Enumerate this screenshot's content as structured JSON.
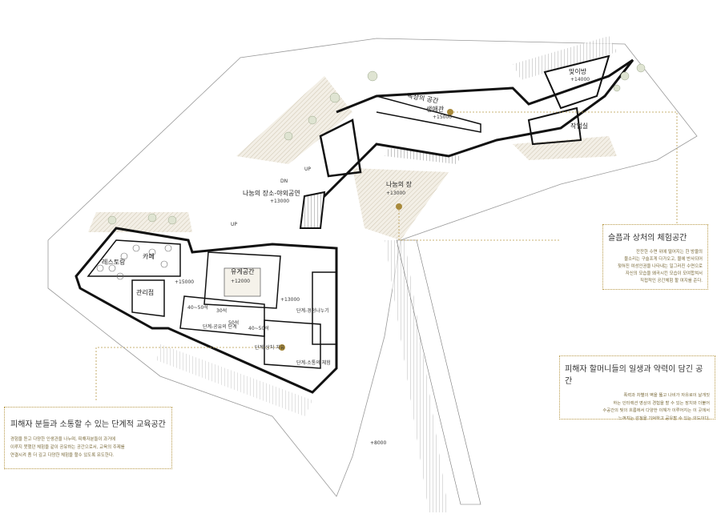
{
  "colors": {
    "accent": "#a88a3c",
    "wall": "#111111",
    "hatch": "#e8e1d2",
    "callout_border": "#b89a4a"
  },
  "rooms": {
    "rooftop": "옥상의 공간",
    "memorial": "생애관",
    "memorial_lvl": "+15000",
    "hall": "맞이방",
    "hall_lvl": "+14000",
    "workshop": "작업실",
    "sharing_outdoor": "나눔의 장소-야외공연",
    "sharing_outdoor_lvl": "+13000",
    "sharing": "나눔의 장",
    "sharing_lvl": "+13000",
    "cafe": "카페",
    "restaurant": "레스토랑",
    "office": "관리점",
    "lvl_15000": "+15000",
    "rest": "유게공간",
    "rest_lvl": "+12000",
    "lvl_13000": "+13000",
    "step_listen": "단계-경청나누기",
    "step_share": "단계-공유의 단계",
    "step_heal": "단계-상처 치유",
    "step_memory": "단계-소통의 체험",
    "lvl_8000": "+8000",
    "sm_a": "40~50석",
    "sm_b": "30석",
    "sm_c": "40~50석",
    "sm_d": "50석",
    "up1": "UP",
    "up2": "UP",
    "dn": "DN"
  },
  "callouts": {
    "c1_title": "슬픔과 상처의 체험공간",
    "c1_body": "잔잔한 수면 위에 떨어지는 한 방울의\n물소리는 구슬프게 다가오고, 물에 반사되어\n젖혀진 여성인권을 나타내는 일그러진 수면으로\n자신의 모습을 왜곡시킨 모습이 모여합쳐서\n직접적인 공간체험 할 여지를 준다.",
    "c2_title": "피해자 할머니들의 일생과 약력이 담긴 공간",
    "c2_body": "폭력과 차별의 벽을 뚫고 나비가 자유로이 날개짓\n하는 인터랙션 영상의 경험을 할 수 있는 장치와 더불어\n수공간의 빛의 흐름에서 다양한 이해가 이루어지는 이 곳에서\n느껴지는 감정을 기억하고 공유할 수 있는 의도이다.",
    "c3_title": "피해자 분들과 소통할 수 있는 단계적 교육공간",
    "c3_body": "경험을 듣고 다양한 인생관을 나누며, 피해자분들이 과거에\n이루지 못했던 체험을 같이 공유하는 공간으로서, 교육의 주제를\n연결시켜 좀 더 깊고 다양한 체험을 할수 있도록 유도한다."
  }
}
